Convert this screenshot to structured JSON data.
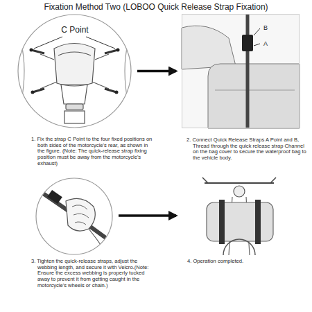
{
  "diagram": {
    "title": "Fixation Method Two (LOBOO Quick Release Strap Fixation)",
    "nodes": [
      {
        "text": [
          "C Point",
          "1. Fix the strap C Point to the four fixed positions on both sides of the motorcycle's rear, as shown in the figure. (Note: The quick-release strap fixing position must be away from the motorcycle's exhaust)"
        ]
      },
      {
        "text": [
          "B",
          "A",
          "2. Connect Quick Release Straps A Point and B, Thread through the quick release strap Channel on the bag cover to secure the waterproof bag to the vehicle body."
        ]
      },
      {
        "text": [
          "3. Tighten the quick-release straps, adjust the webbing length, and secure it with Velcro.(Note: Ensure the excess webbing is properly tucked away to prevent it from getting caught in the motorcycle's wheels or chain.)"
        ]
      },
      {
        "text": [
          "4. Operation completed."
        ]
      }
    ],
    "edges": [
      {
        "from": 0,
        "to": 1,
        "arrow": "to"
      },
      {
        "from": 2,
        "to": 3,
        "arrow": "to"
      }
    ]
  }
}
